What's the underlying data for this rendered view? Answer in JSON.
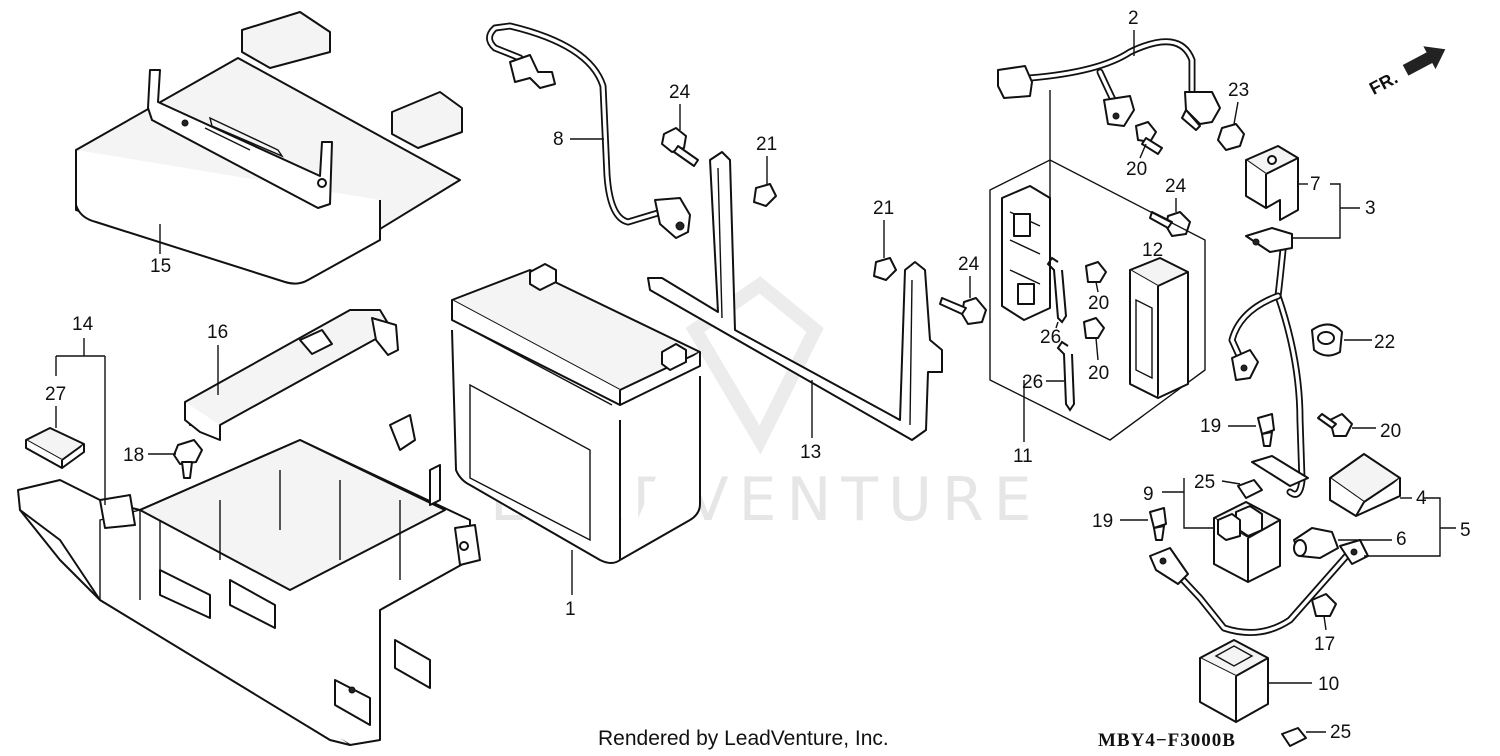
{
  "diagram": {
    "callouts": {
      "c1": "1",
      "c2": "2",
      "c3": "3",
      "c4": "4",
      "c5": "5",
      "c6": "6",
      "c7": "7",
      "c8": "8",
      "c9": "9",
      "c10": "10",
      "c11": "11",
      "c12": "12",
      "c13": "13",
      "c14": "14",
      "c15": "15",
      "c16": "16",
      "c17": "17",
      "c18": "18",
      "c19a": "19",
      "c19b": "19",
      "c20a": "20",
      "c20b": "20",
      "c20c": "20",
      "c20d": "20",
      "c21a": "21",
      "c21b": "21",
      "c22": "22",
      "c23": "23",
      "c24a": "24",
      "c24b": "24",
      "c24c": "24",
      "c25a": "25",
      "c25b": "25",
      "c26a": "26",
      "c26b": "26",
      "c27": "27"
    },
    "direction_marker": "FR.",
    "watermark": "LEADVENTURE",
    "footer_credit": "Rendered by LeadVenture, Inc.",
    "diagram_code": "MBY4−F3000B"
  }
}
